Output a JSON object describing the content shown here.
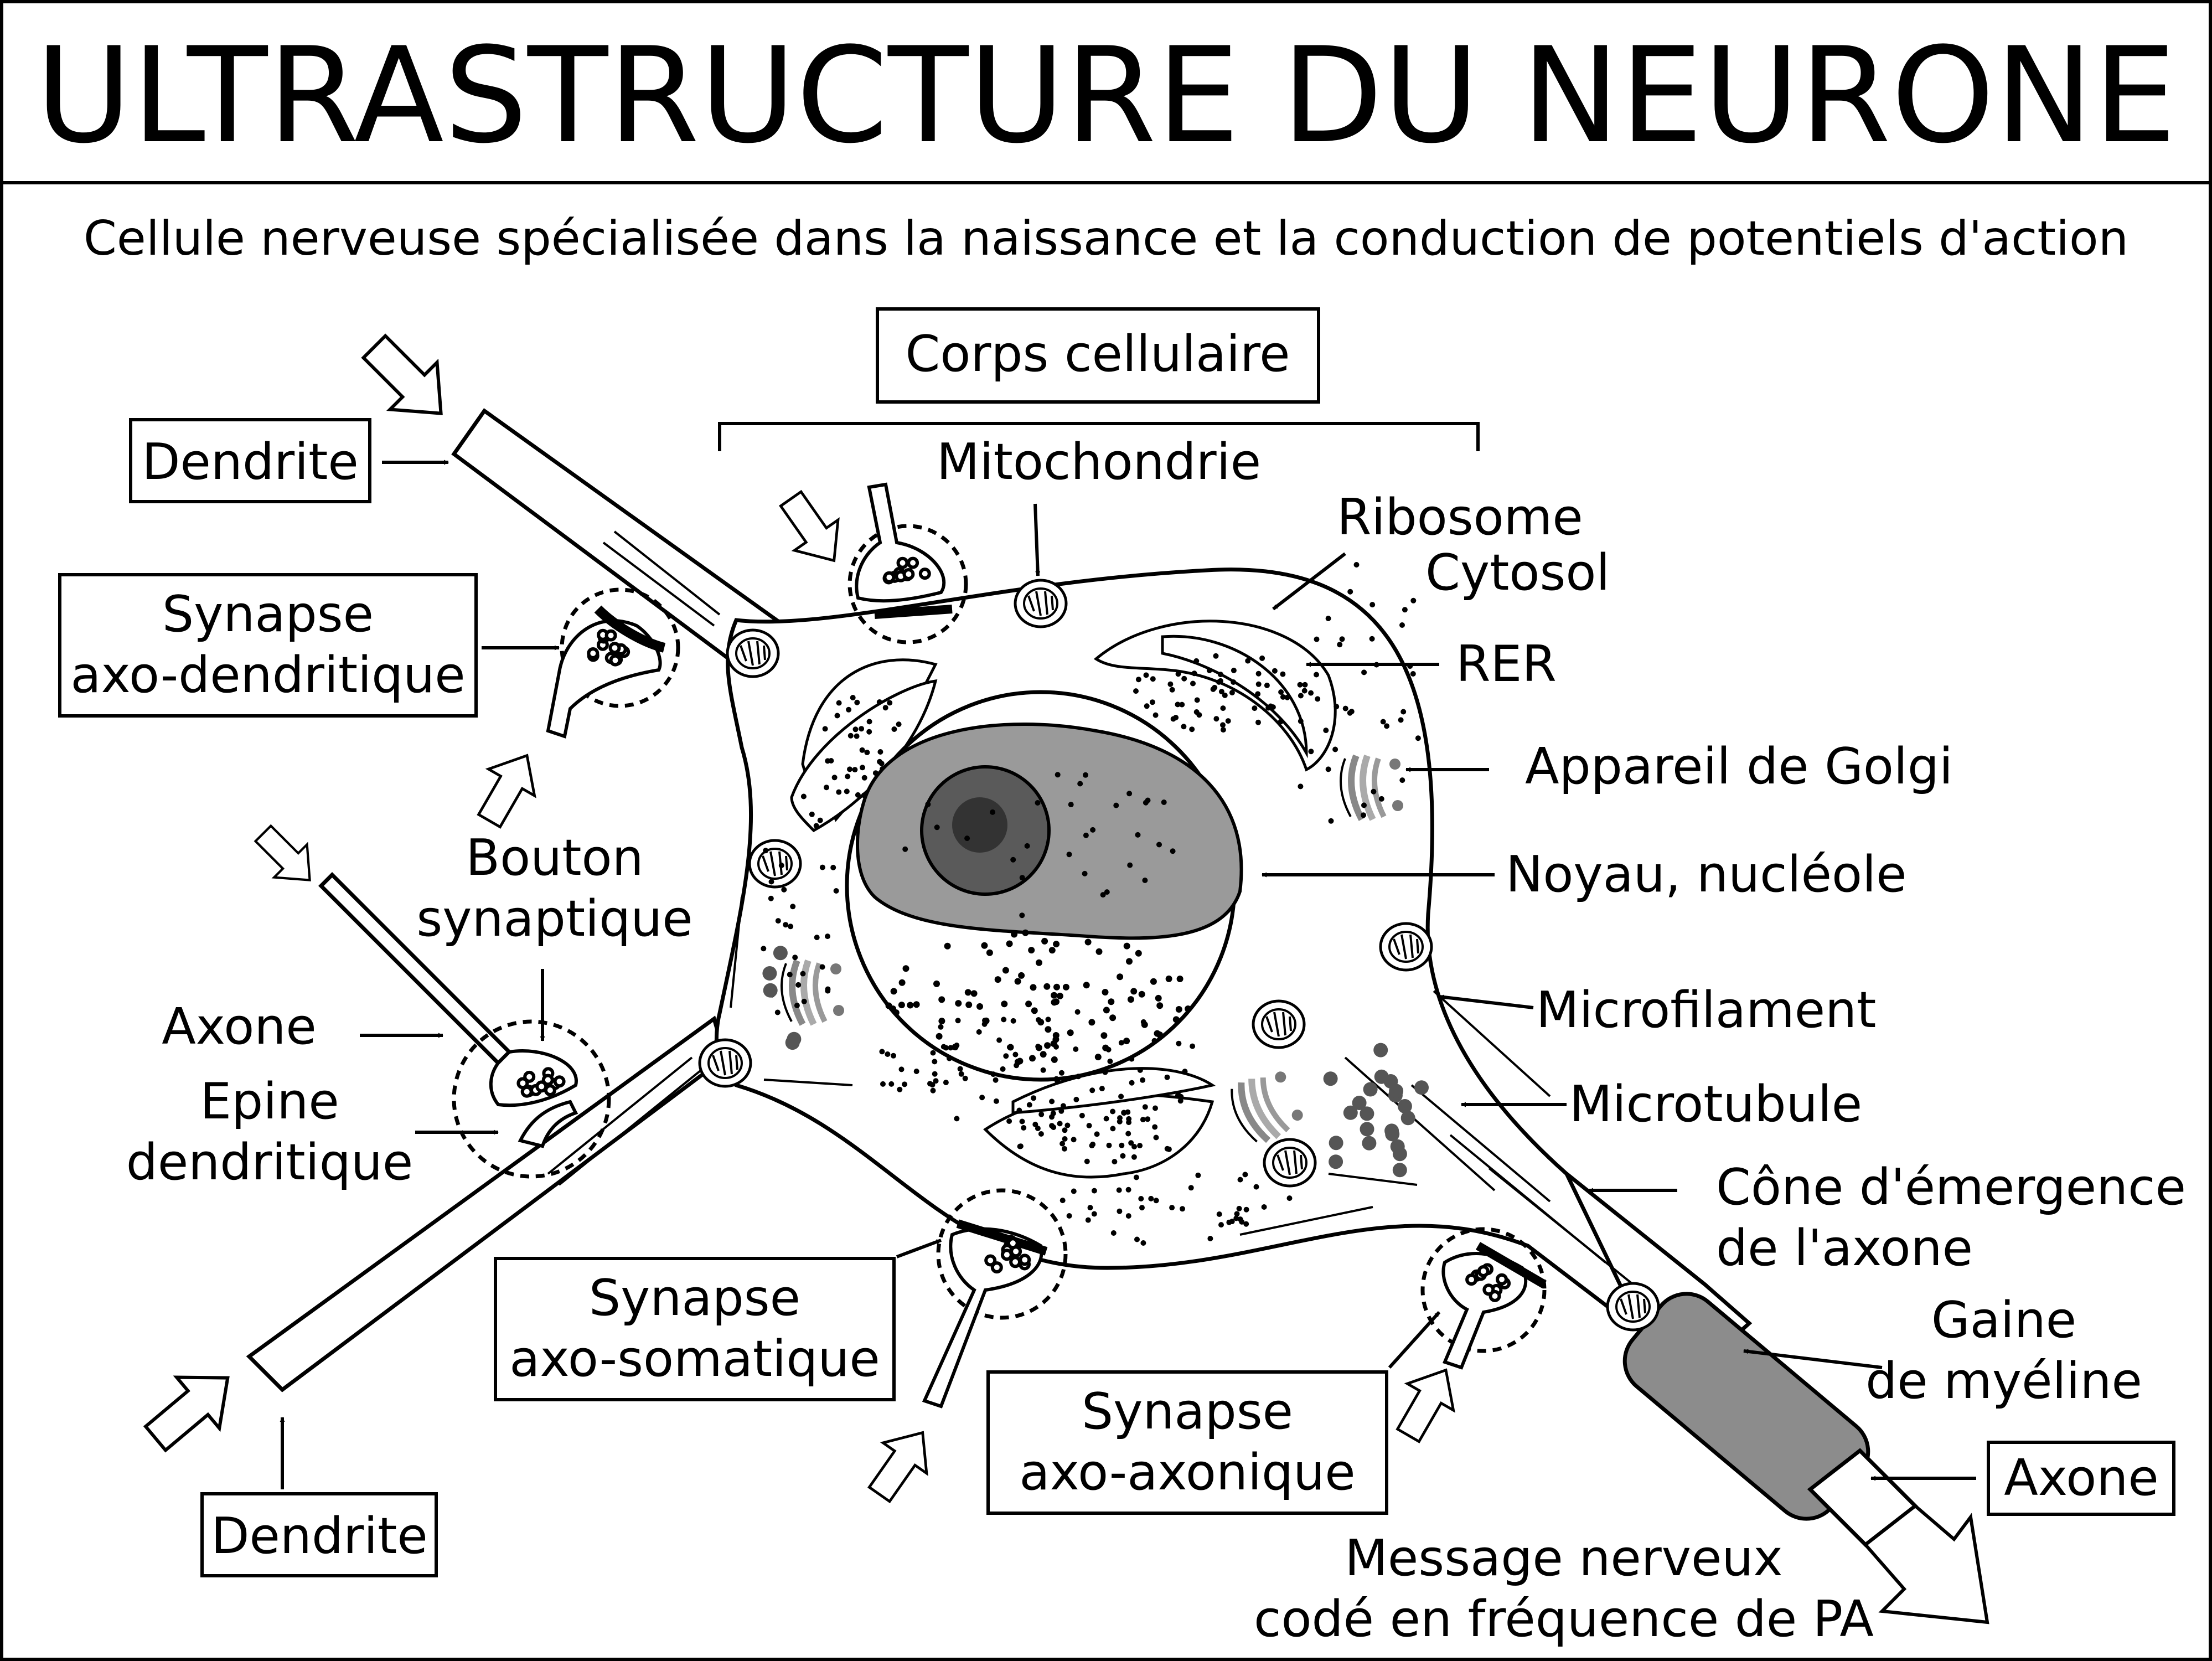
{
  "title": "ULTRASTRUCTURE DU NEURONE",
  "subtitle": "Cellule nerveuse spécialisée dans la naissance et la conduction de potentiels d'action",
  "labels": {
    "corps_cellulaire": "Corps cellulaire",
    "mitochondrie": "Mitochondrie",
    "ribosome": "Ribosome",
    "cytosol": "Cytosol",
    "rer": "RER",
    "golgi": "Appareil de Golgi",
    "noyau": "Noyau, nucléole",
    "microfilament": "Microfilament",
    "microtubule": "Microtubule",
    "cone_line1": "Cône d'émergence",
    "cone_line2": "de l'axone",
    "gaine_line1": "Gaine",
    "gaine_line2": "de myéline",
    "axone_right": "Axone",
    "message_line1": "Message nerveux",
    "message_line2": "codé en fréquence de PA",
    "synapse_axo_axonique_line1": "Synapse",
    "synapse_axo_axonique_line2": "axo-axonique",
    "synapse_axo_somatique_line1": "Synapse",
    "synapse_axo_somatique_line2": "axo-somatique",
    "dendrite_top": "Dendrite",
    "dendrite_bottom": "Dendrite",
    "synapse_axo_dendritique_line1": "Synapse",
    "synapse_axo_dendritique_line2": "axo-dendritique",
    "bouton_line1": "Bouton",
    "bouton_line2": "synaptique",
    "axone_left": "Axone",
    "epine_line1": "Epine",
    "epine_line2": "dendritique"
  },
  "colors": {
    "line": "#000000",
    "background": "#ffffff",
    "myelin": "#8c8c8c",
    "nucleoplasm": "#9a9a9a",
    "nucleolus": "#5a5a5a",
    "organelle_grey": "#b5b5b5"
  }
}
